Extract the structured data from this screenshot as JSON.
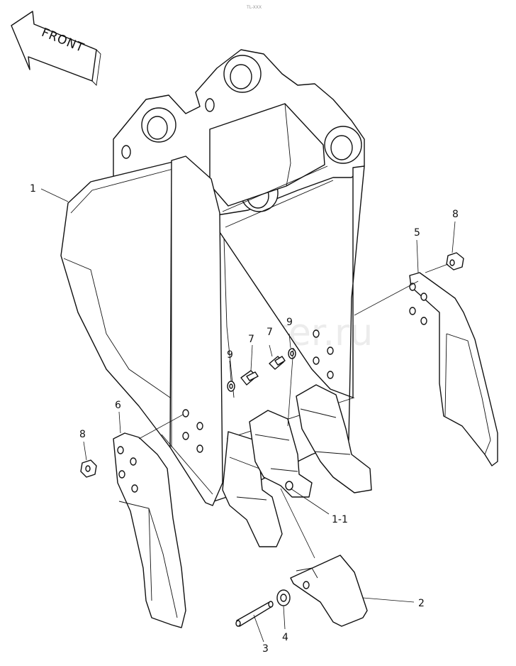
{
  "direction_arrow": {
    "label": "FRONT"
  },
  "header": {
    "code": "TL-XXX"
  },
  "watermark": {
    "text": "autopiter.ru"
  },
  "callouts": {
    "bucket": "1",
    "tooth_point": "1-1",
    "tooth": "2",
    "pin": "3",
    "washer": "4",
    "side_cutter_right": "5",
    "side_cutter_left": "6",
    "bolt_a": "7",
    "bolt_b": "7",
    "nut_right": "8",
    "nut_left": "8",
    "washer_small_a": "9",
    "washer_small_b": "9"
  }
}
